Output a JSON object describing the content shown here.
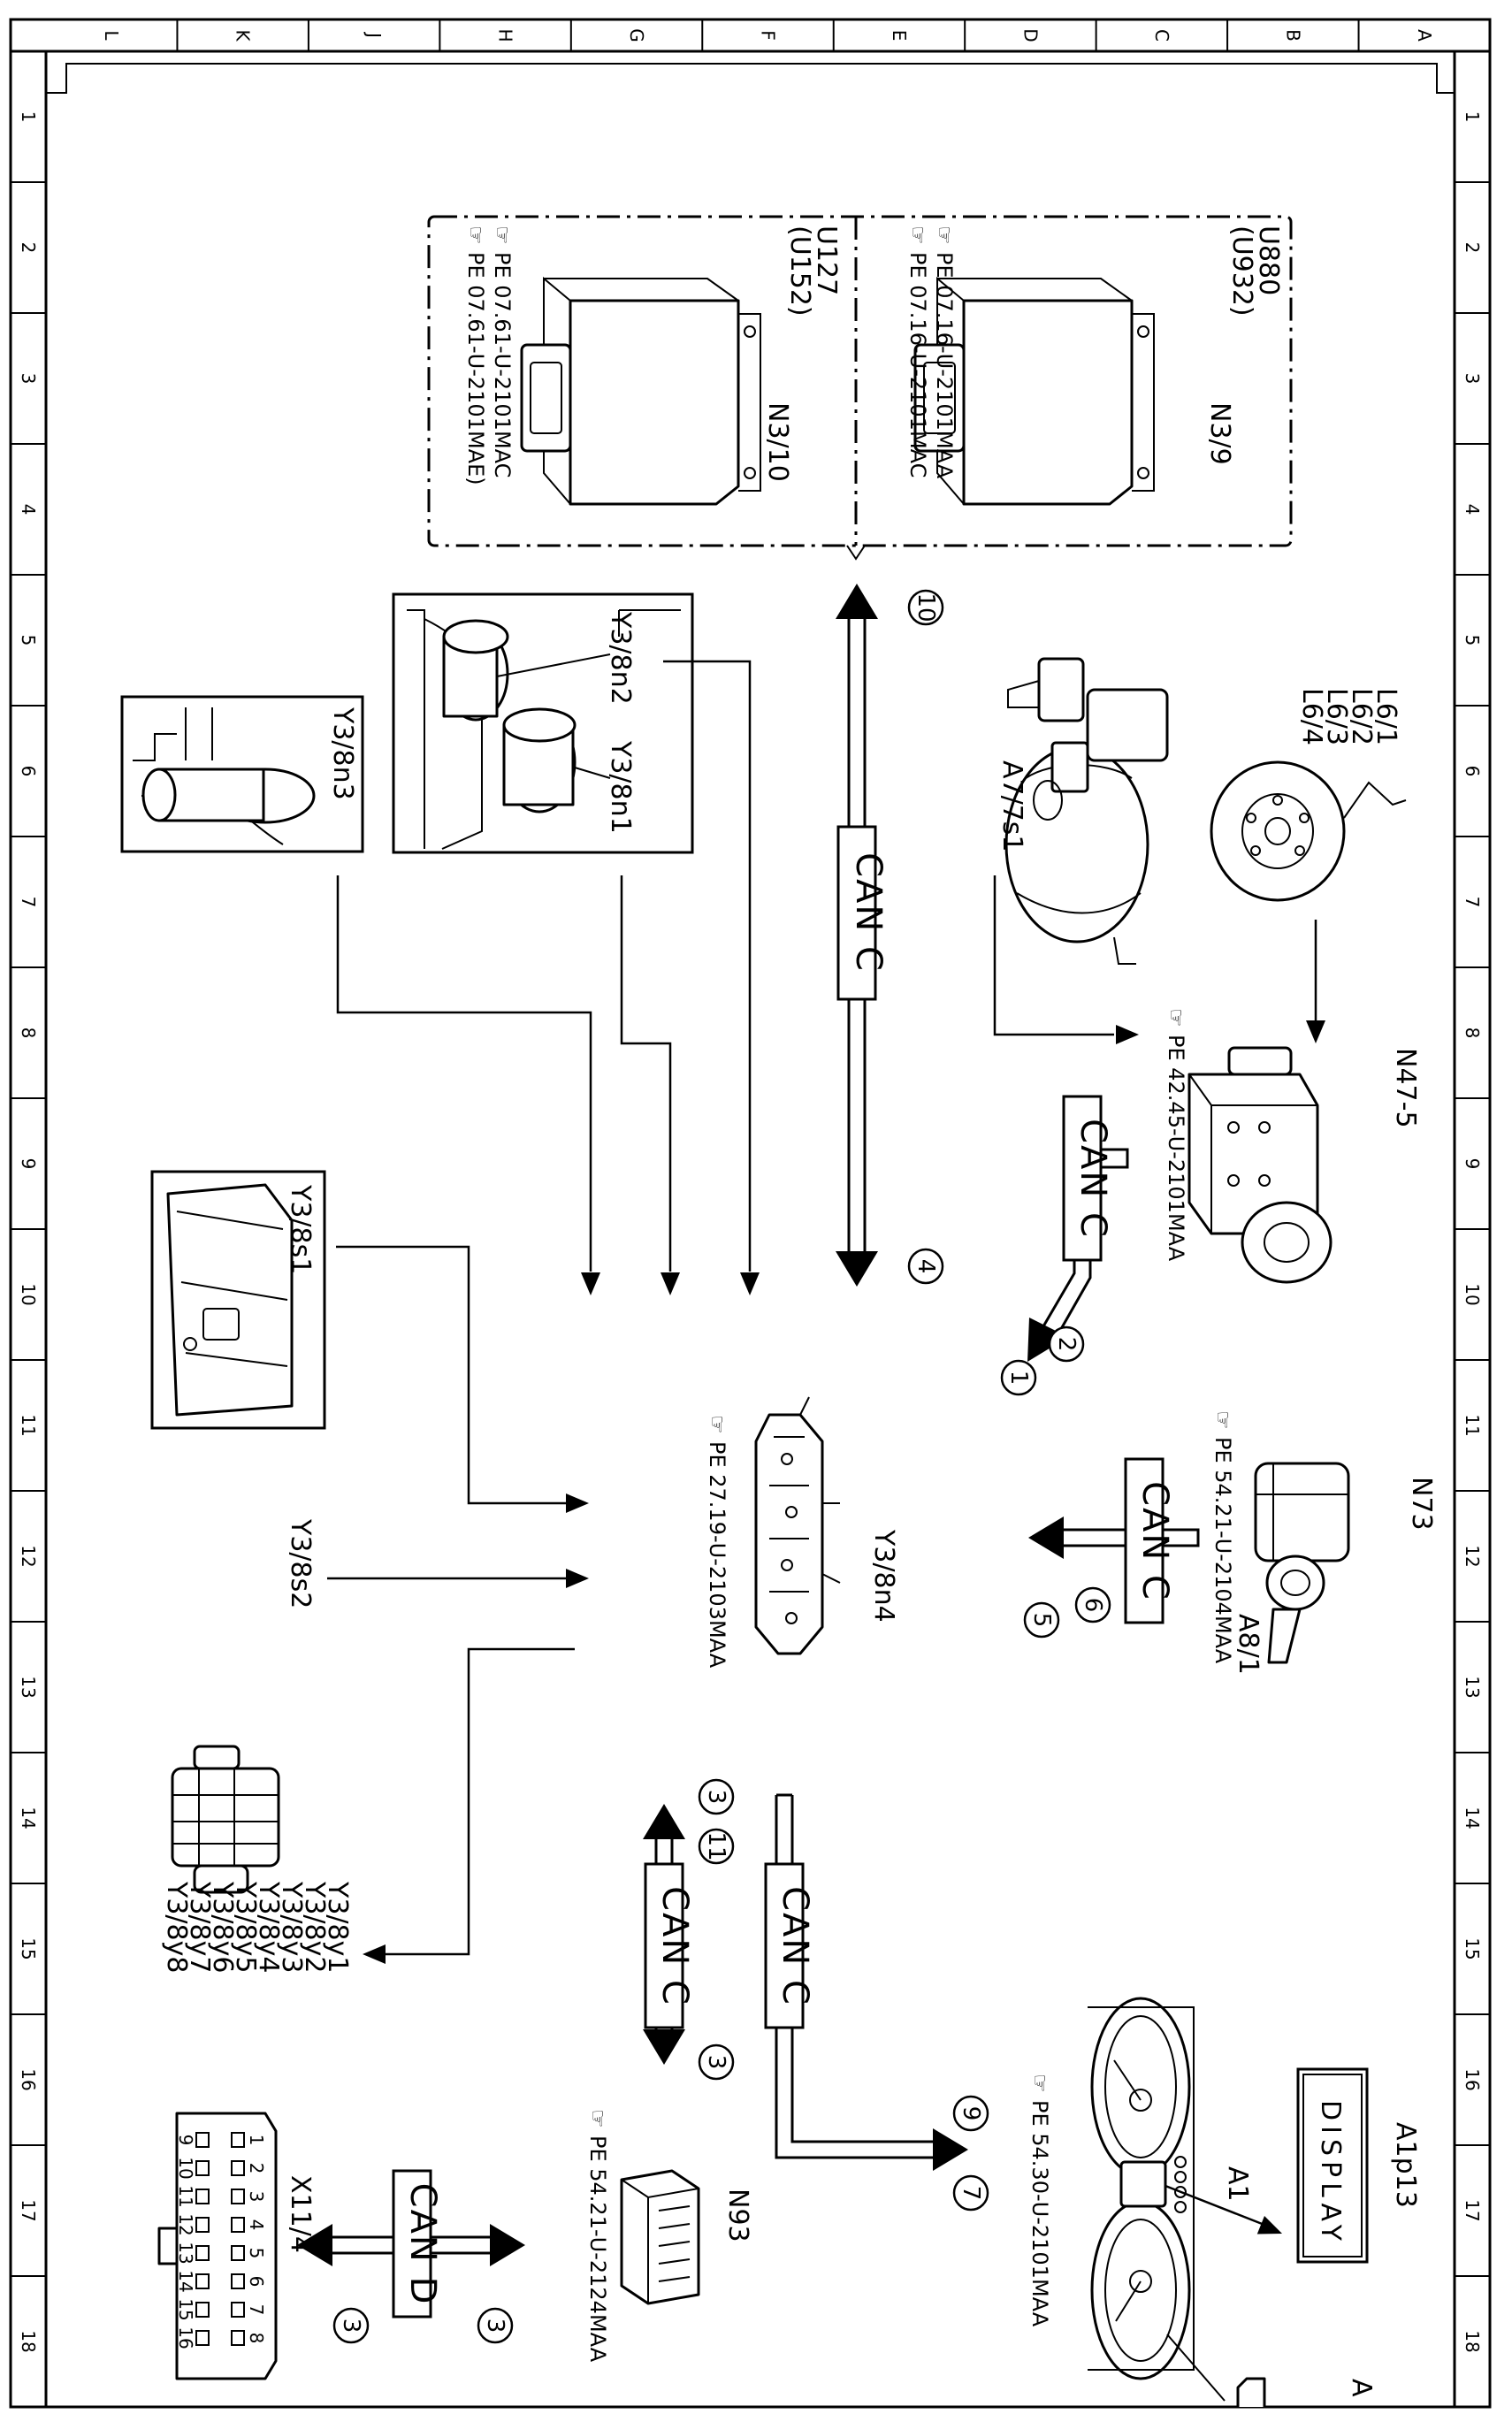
{
  "grid": {
    "top_letters": [
      "L",
      "K",
      "J",
      "H",
      "G",
      "F",
      "E",
      "D",
      "C",
      "B",
      "A"
    ],
    "side_numbers": [
      "1",
      "2",
      "3",
      "4",
      "5",
      "6",
      "7",
      "8",
      "9",
      "10",
      "11",
      "12",
      "13",
      "14",
      "15",
      "16",
      "17",
      "18"
    ]
  },
  "can": {
    "c": "CAN C",
    "d": "CAN D"
  },
  "components": {
    "n3_9": {
      "name": "N3/9",
      "variant_a": "U880",
      "variant_b": "(U932)",
      "ref_a": "PE 07.16-U-2101MAA",
      "ref_b": "PE 07.16-U-2101MAC"
    },
    "n3_10": {
      "name": "N3/10",
      "variant_a": "U127",
      "variant_b": "(U152)",
      "ref_a": "PE 07.61-U-2101MAC",
      "ref_b": "PE 07.61-U-2101MAE)"
    },
    "y3_8n2": "Y3/8n2",
    "y3_8n1": "Y3/8n1",
    "y3_8n3": "Y3/8n3",
    "l6": [
      "L6/1",
      "L6/2",
      "L6/3",
      "L6/4"
    ],
    "a7_7s1": "A7/7s1",
    "n47_5": {
      "name": "N47-5",
      "ref": "PE 42.45-U-2101MAA"
    },
    "y3_8s1": "Y3/8s1",
    "y3_8s2": "Y3/8s2",
    "y3_8n4": {
      "name": "Y3/8n4",
      "ref": "PE 27.19-U-2103MAA"
    },
    "n73": {
      "name": "N73",
      "ref": "PE 54.21-U-2104MAA"
    },
    "a8_1": "A8/1",
    "y3_8y": [
      "Y3/8y1",
      "Y3/8y2",
      "Y3/8y3",
      "Y3/8y4",
      "Y3/8y5",
      "Y3/8y6",
      "Y3/8y7",
      "Y3/8y8"
    ],
    "a1": {
      "name": "A1",
      "ref": "PE 54.30-U-2101MAA"
    },
    "a1p13": {
      "name": "A1p13",
      "display_text": "DISPLAY"
    },
    "n93": {
      "name": "N93",
      "ref": "PE 54.21-U-2124MAA"
    },
    "x11_4": {
      "name": "X11/4",
      "pins_top": [
        "1",
        "2",
        "3",
        "4",
        "5",
        "6",
        "7",
        "8"
      ],
      "pins_bottom": [
        "9",
        "10",
        "11",
        "12",
        "13",
        "14",
        "15",
        "16"
      ]
    },
    "cut_off_label": "A"
  },
  "markers": {
    "m10": "10",
    "m4": "4",
    "m2": "2",
    "m1": "1",
    "m6": "6",
    "m5": "5",
    "m3a": "3",
    "m11": "11",
    "m3b": "3",
    "m9": "9",
    "m7": "7",
    "m3c": "3",
    "m3d": "3"
  }
}
